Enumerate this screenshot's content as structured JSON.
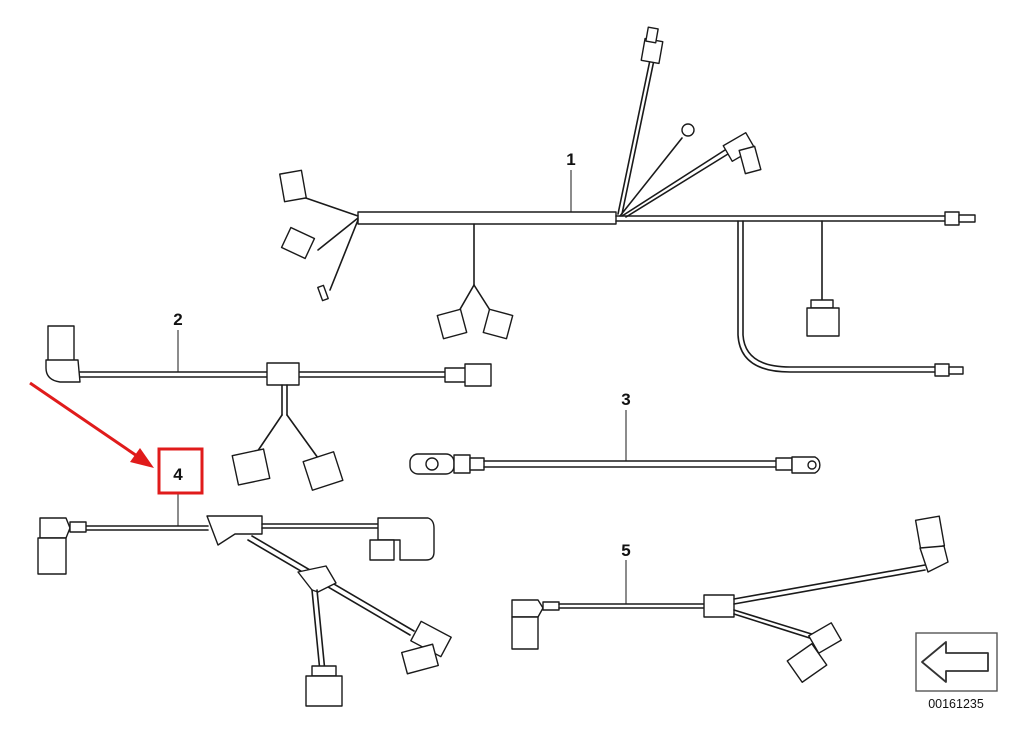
{
  "labels": {
    "part_1": "1",
    "part_2": "2",
    "part_3": "3",
    "part_4": "4",
    "part_5": "5"
  },
  "document_id": "00161235",
  "highlight": {
    "color": "#e01b1b",
    "target": "part_4"
  },
  "icons": {
    "nav_arrow": "arrow-left-icon"
  }
}
